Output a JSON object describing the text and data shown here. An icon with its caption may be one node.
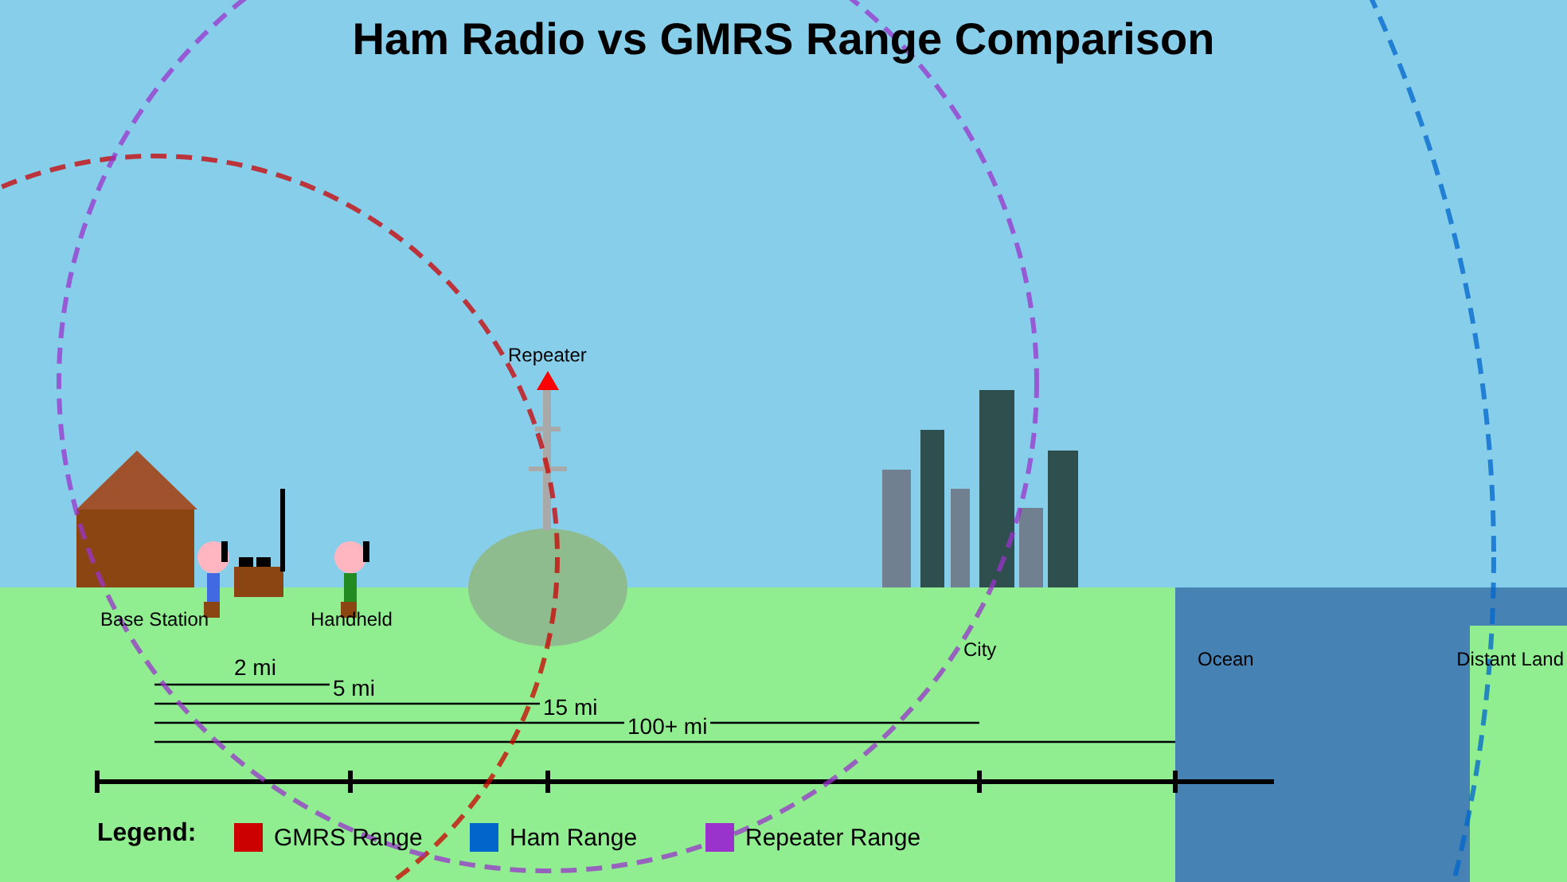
{
  "diagram": {
    "title": "Ham Radio vs GMRS Range Comparison",
    "labels": [
      "Repeater",
      "Base Station",
      "Handheld",
      "City",
      "Ocean",
      "Distant Land",
      "2 mi",
      "5 mi",
      "15 mi",
      "100+ mi",
      "Legend:"
    ],
    "legend": [
      {
        "text": "GMRS Range",
        "color": "#cc0000"
      },
      {
        "text": "Ham Range",
        "color": "#0066cc"
      },
      {
        "text": "Repeater Range",
        "color": "#9933cc"
      }
    ]
  }
}
